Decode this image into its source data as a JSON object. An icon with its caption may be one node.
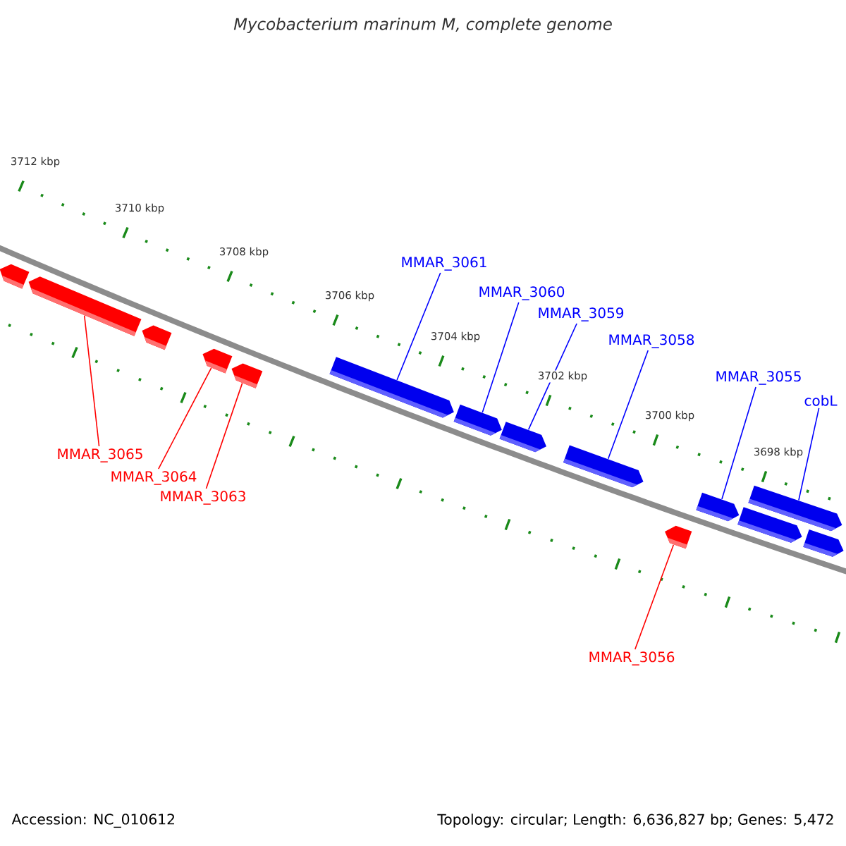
{
  "diagram": {
    "title": "Mycobacterium marinum M, complete genome",
    "nodes": [
      {
        "text": [],
        "shape": "box"
      },
      {
        "text": [],
        "shape": "box"
      },
      {
        "text": [],
        "shape": "box"
      },
      {
        "text": [],
        "shape": "box"
      },
      {
        "text": [],
        "shape": "box"
      },
      {
        "text": [],
        "shape": "box"
      },
      {
        "text": [],
        "shape": "box"
      },
      {
        "text": [],
        "shape": "box"
      },
      {
        "text": [],
        "shape": "box"
      },
      {
        "text": [],
        "shape": "box"
      },
      {
        "text": [],
        "shape": "box"
      },
      {
        "text": [],
        "shape": "box"
      },
      {
        "text": [],
        "shape": "box"
      },
      {
        "text": [],
        "shape": "box"
      },
      {
        "text": [
          "MMAR_3061"
        ]
      },
      {
        "text": [
          "MMAR_3060"
        ]
      },
      {
        "text": [
          "MMAR_3059"
        ]
      },
      {
        "text": [
          "MMAR_3058"
        ]
      },
      {
        "text": [
          "MMAR_3055"
        ]
      },
      {
        "text": [
          "cobL"
        ]
      },
      {
        "text": [
          "MMAR_3065"
        ]
      },
      {
        "text": [
          "MMAR_3064"
        ]
      },
      {
        "text": [
          "MMAR_3063"
        ]
      },
      {
        "text": [
          "MMAR_3056"
        ]
      }
    ],
    "edges": [
      {
        "from": 14,
        "to": 5,
        "arrow": "none"
      },
      {
        "from": 15,
        "to": 6,
        "arrow": "none"
      },
      {
        "from": 16,
        "to": 7,
        "arrow": "none"
      },
      {
        "from": 17,
        "to": 8,
        "arrow": "none"
      },
      {
        "from": 18,
        "to": 10,
        "arrow": "none"
      },
      {
        "from": 19,
        "to": 12,
        "arrow": "none"
      },
      {
        "from": 20,
        "to": 1,
        "arrow": "none",
        "color": "#ff0000"
      },
      {
        "from": 21,
        "to": 3,
        "arrow": "none",
        "color": "#ff0000"
      },
      {
        "from": 22,
        "to": 4,
        "arrow": "none",
        "color": "#ff0000"
      },
      {
        "from": 23,
        "to": 9,
        "arrow": "none",
        "color": "#ff0000"
      }
    ],
    "labels": [
      "3712 kbp",
      "3710 kbp",
      "3708 kbp",
      "3706 kbp",
      "3704 kbp",
      "3702 kbp",
      "3700 kbp",
      "3698 kbp",
      "Accession: NC_010612",
      "Topology: circular; Length: 6,636,827 bp; Genes: 5,472"
    ]
  }
}
